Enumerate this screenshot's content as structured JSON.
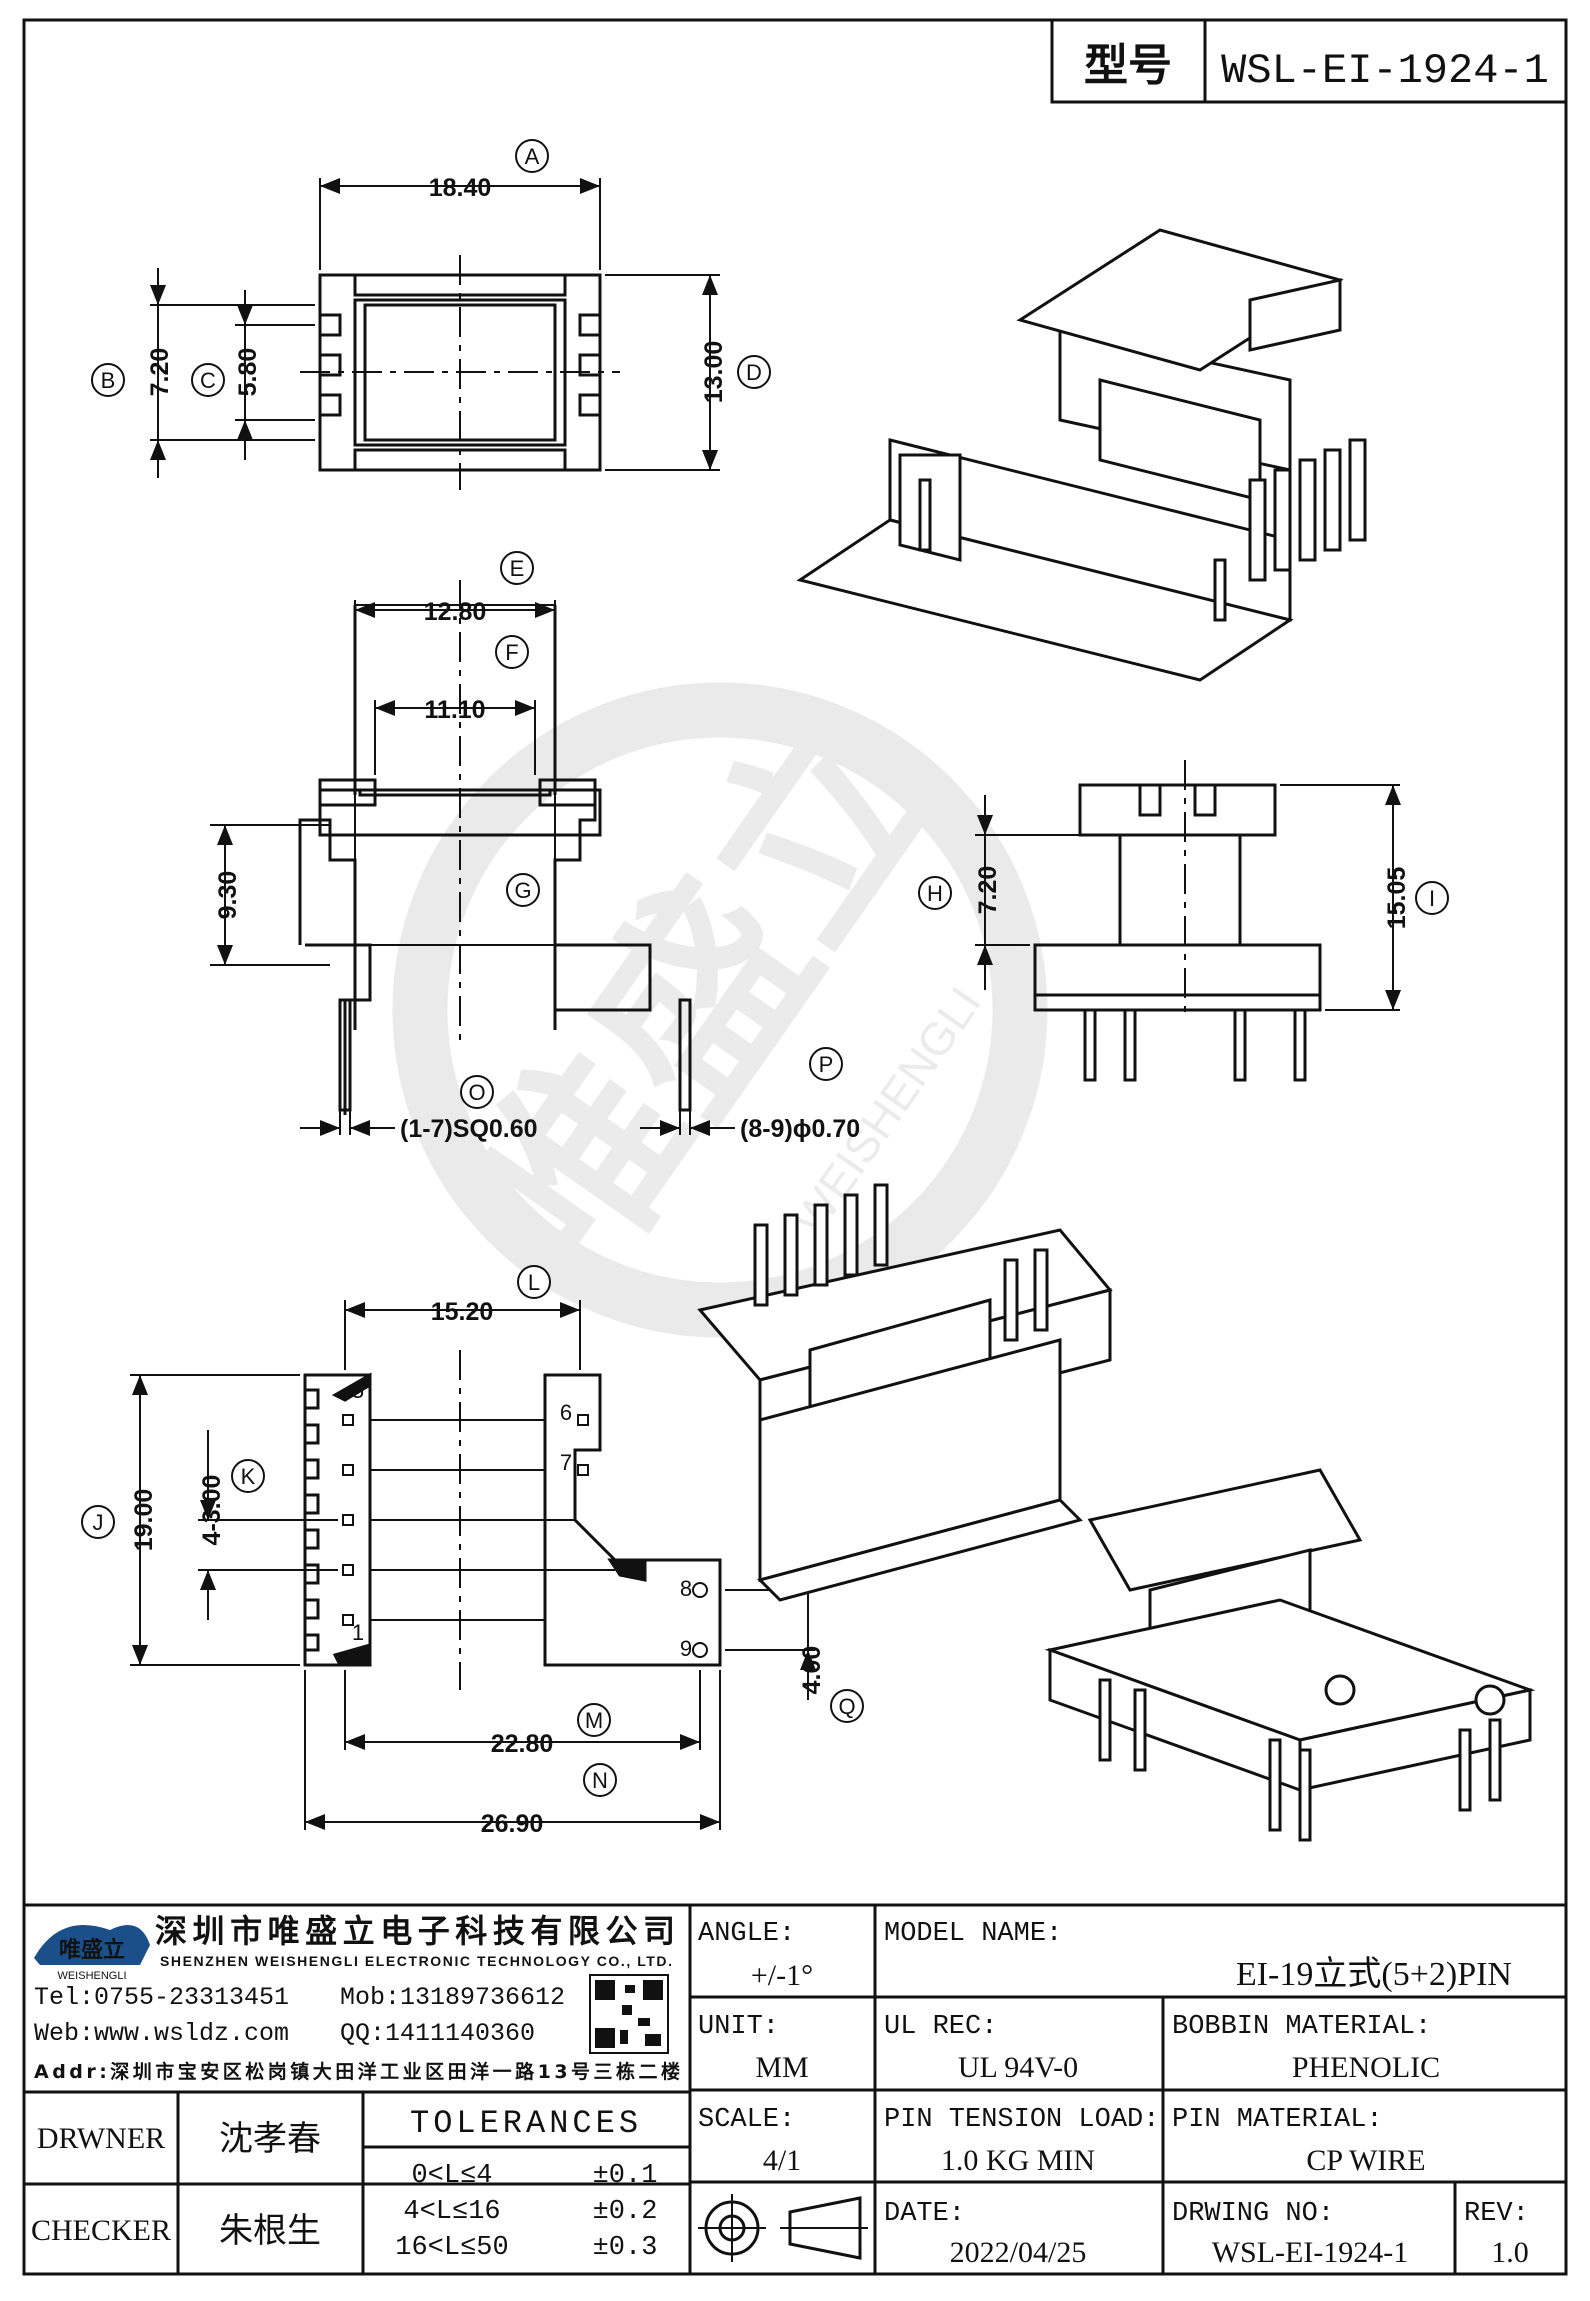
{
  "model_box": {
    "label": "型号",
    "value": "WSL-EI-1924-1"
  },
  "dimensions": {
    "A": "18.40",
    "B": "7.20",
    "C": "5.80",
    "D": "13.00",
    "E": "12.80",
    "F": "11.10",
    "G": "9.30",
    "H": "7.20",
    "I": "15.05",
    "O": "(1-7)SQ0.60",
    "P": "(8-9)ϕ0.70",
    "L": "15.20",
    "K": "4-3.00",
    "J": "19.00",
    "Q": "4.00",
    "M": "22.80",
    "N": "26.90"
  },
  "dim_letters": [
    "A",
    "B",
    "C",
    "D",
    "E",
    "F",
    "G",
    "H",
    "I",
    "O",
    "P",
    "L",
    "K",
    "J",
    "Q",
    "M",
    "N"
  ],
  "pin_numbers": [
    "5",
    "1",
    "6",
    "7",
    "8",
    "9"
  ],
  "watermark": {
    "cn": "唯盛立",
    "en": "WEISHENGLI"
  },
  "company": {
    "logo_text": "唯盛立",
    "logo_sub": "WEISHENGLI",
    "name_cn": "深圳市唯盛立电子科技有限公司",
    "name_en": "SHENZHEN WEISHENGLI ELECTRONIC TECHNOLOGY CO., LTD.",
    "tel": "Tel:0755-23313451",
    "mob": "Mob:13189736612",
    "web": "Web:www.wsldz.com",
    "qq": "QQ:1411140360",
    "addr": "Addr:深圳市宝安区松岗镇大田洋工业区田洋一路13号三栋二楼"
  },
  "title_block": {
    "angle_label": "ANGLE:",
    "angle_value": "+/-1°",
    "model_name_label": "MODEL NAME:",
    "model_name_value": "EI-19立式(5+2)PIN",
    "unit_label": "UNIT:",
    "unit_value": "MM",
    "ul_label": "UL REC:",
    "ul_value": "UL 94V-0",
    "bobbin_label": "BOBBIN MATERIAL:",
    "bobbin_value": "PHENOLIC",
    "scale_label": "SCALE:",
    "scale_value": "4/1",
    "tension_label": "PIN TENSION LOAD:",
    "tension_value": "1.0 KG MIN",
    "pin_mat_label": "PIN MATERIAL:",
    "pin_mat_value": "CP WIRE",
    "date_label": "DATE:",
    "date_value": "2022/04/25",
    "drwing_label": "DRWING NO:",
    "drwing_value": "WSL-EI-1924-1",
    "rev_label": "REV:",
    "rev_value": "1.0",
    "drwner_label": "DRWNER",
    "drwner_value": "沈孝春",
    "checker_label": "CHECKER",
    "checker_value": "朱根生",
    "tol_title": "TOLERANCES",
    "tol_rows": [
      {
        "range": "0<L≤4",
        "tol": "±0.1"
      },
      {
        "range": "4<L≤16",
        "tol": "±0.2"
      },
      {
        "range": "16<L≤50",
        "tol": "±0.3"
      }
    ]
  }
}
